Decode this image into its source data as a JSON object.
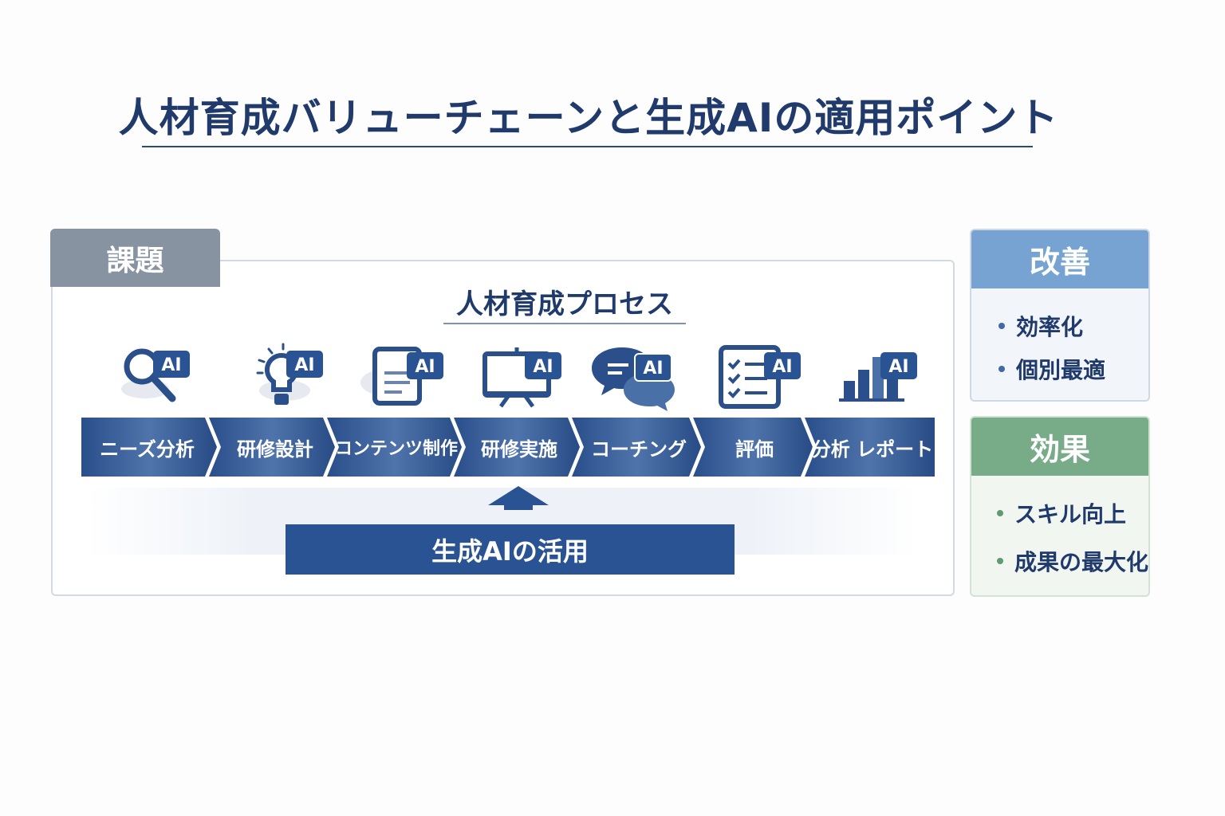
{
  "title": "人材育成バリューチェーンと生成AIの適用ポイント",
  "issue_label": "課題",
  "process": {
    "title": "人材育成プロセス",
    "icon_badge": "AI",
    "steps": [
      {
        "label": "ニーズ分析",
        "icon": "magnifier-icon"
      },
      {
        "label": "研修設計",
        "icon": "lightbulb-icon"
      },
      {
        "label": "コンテンツ制作",
        "icon": "document-icon"
      },
      {
        "label": "研修実施",
        "icon": "presentation-board-icon"
      },
      {
        "label": "コーチング",
        "icon": "chat-bubbles-icon"
      },
      {
        "label": "評価",
        "icon": "checklist-icon"
      },
      {
        "label": "分析 レポート",
        "icon": "bar-chart-icon"
      }
    ]
  },
  "ai_usage_label": "生成AIの活用",
  "improvement": {
    "title": "改善",
    "items": [
      "効率化",
      "個別最適"
    ]
  },
  "effect": {
    "title": "効果",
    "items": [
      "スキル向上",
      "成果の最大化"
    ]
  },
  "colors": {
    "navy": "#1f3a6b",
    "chevron_dark": "#274b86",
    "chevron_light": "#4a70a8",
    "issue_tab": "#8893a2",
    "improvement_header": "#76a3d1",
    "effect_header": "#78ab88",
    "ai_box": "#2a5393"
  }
}
